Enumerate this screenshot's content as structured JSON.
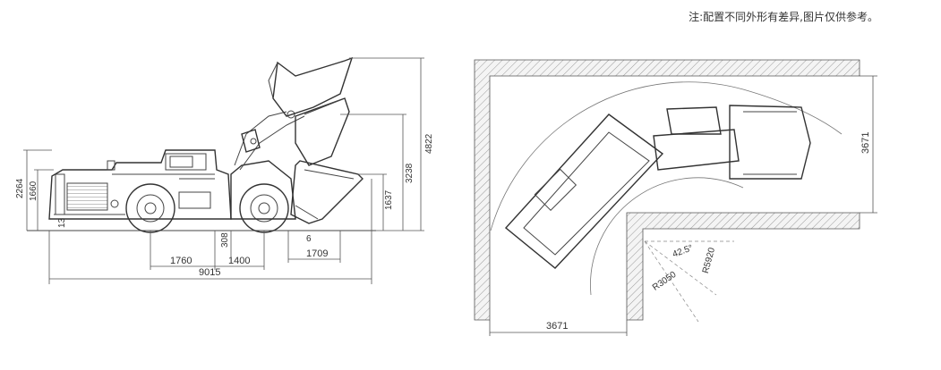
{
  "note": "注:配置不同外形有差异,图片仅供参考。",
  "side_view": {
    "dims": {
      "total_length": "9015",
      "wheelbase_front": "1760",
      "wheelbase_rear": "1400",
      "clearance": "308",
      "reach": "1709",
      "height_overall": "2264",
      "height_body": "1660",
      "height_max": "4822",
      "height_dump": "3238",
      "height_pin": "1637",
      "ground_angle": "13",
      "dump_angle": "6"
    }
  },
  "turn_view": {
    "dims": {
      "corridor_right": "3671",
      "corridor_bottom": "3671",
      "radius_outer": "R5920",
      "radius_inner": "R3050",
      "angle": "42.5°"
    }
  }
}
